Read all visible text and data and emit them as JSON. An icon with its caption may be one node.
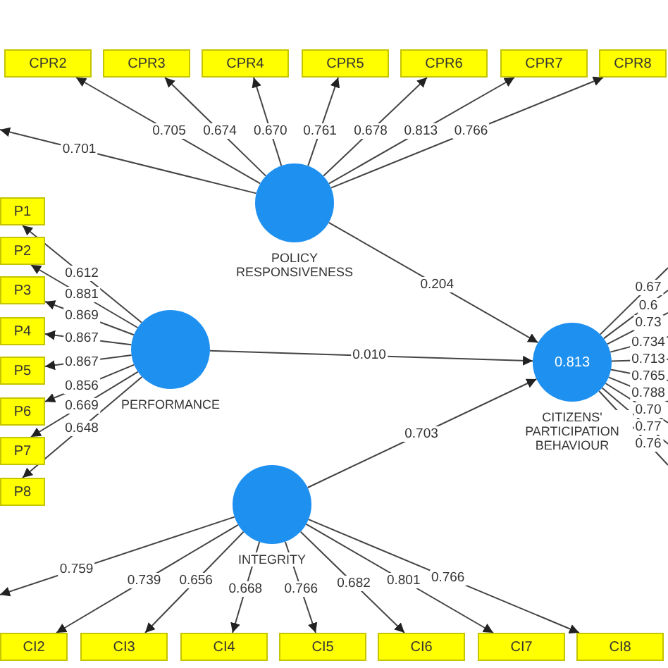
{
  "diagram": {
    "nodes": [
      {
        "text": [
          "CPR2"
        ]
      },
      {
        "text": [
          "CPR3"
        ]
      },
      {
        "text": [
          "CPR4"
        ]
      },
      {
        "text": [
          "CPR5"
        ]
      },
      {
        "text": [
          "CPR6"
        ]
      },
      {
        "text": [
          "CPR7"
        ]
      },
      {
        "text": [
          "CPR8"
        ]
      },
      {
        "text": [
          "POLICY RESPONSIVENESS"
        ]
      },
      {
        "text": [
          "P1"
        ]
      },
      {
        "text": [
          "P2"
        ]
      },
      {
        "text": [
          "P3"
        ]
      },
      {
        "text": [
          "P4"
        ]
      },
      {
        "text": [
          "P5"
        ]
      },
      {
        "text": [
          "P6"
        ]
      },
      {
        "text": [
          "P7"
        ]
      },
      {
        "text": [
          "P8"
        ]
      },
      {
        "text": [
          "PERFORMANCE"
        ]
      },
      {
        "text": [
          "0.813",
          "CITIZENS' PARTICIPATION BEHAVIOUR"
        ]
      },
      {
        "text": [
          "INTEGRITY"
        ]
      },
      {
        "text": [
          "CI2"
        ]
      },
      {
        "text": [
          "CI3"
        ]
      },
      {
        "text": [
          "CI4"
        ]
      },
      {
        "text": [
          "CI5"
        ]
      },
      {
        "text": [
          "CI6"
        ]
      },
      {
        "text": [
          "CI7"
        ]
      },
      {
        "text": [
          "CI8"
        ]
      }
    ],
    "edges": [
      {
        "from": 7,
        "to": null,
        "arrow": "to",
        "label": "0.701"
      },
      {
        "from": 7,
        "to": 0,
        "arrow": "to",
        "label": "0.705"
      },
      {
        "from": 7,
        "to": 1,
        "arrow": "to",
        "label": "0.674"
      },
      {
        "from": 7,
        "to": 2,
        "arrow": "to",
        "label": "0.670"
      },
      {
        "from": 7,
        "to": 3,
        "arrow": "to",
        "label": "0.761"
      },
      {
        "from": 7,
        "to": 4,
        "arrow": "to",
        "label": "0.678"
      },
      {
        "from": 7,
        "to": 5,
        "arrow": "to",
        "label": "0.813"
      },
      {
        "from": 7,
        "to": 6,
        "arrow": "to",
        "label": "0.766"
      },
      {
        "from": 16,
        "to": 8,
        "arrow": "to",
        "label": "0.612"
      },
      {
        "from": 16,
        "to": 9,
        "arrow": "to",
        "label": "0.881"
      },
      {
        "from": 16,
        "to": 10,
        "arrow": "to",
        "label": "0.869"
      },
      {
        "from": 16,
        "to": 11,
        "arrow": "to",
        "label": "0.867"
      },
      {
        "from": 16,
        "to": 12,
        "arrow": "to",
        "label": "0.867"
      },
      {
        "from": 16,
        "to": 13,
        "arrow": "to",
        "label": "0.856"
      },
      {
        "from": 16,
        "to": 14,
        "arrow": "to",
        "label": "0.669"
      },
      {
        "from": 16,
        "to": 15,
        "arrow": "to",
        "label": "0.648"
      },
      {
        "from": 7,
        "to": 17,
        "arrow": "to",
        "label": "0.204"
      },
      {
        "from": 16,
        "to": 17,
        "arrow": "to",
        "label": "0.010"
      },
      {
        "from": 18,
        "to": 17,
        "arrow": "to",
        "label": "0.703"
      },
      {
        "from": 17,
        "to": null,
        "arrow": "none",
        "label": "0.67"
      },
      {
        "from": 17,
        "to": null,
        "arrow": "none",
        "label": "0.6"
      },
      {
        "from": 17,
        "to": null,
        "arrow": "none",
        "label": "0.73"
      },
      {
        "from": 17,
        "to": null,
        "arrow": "none",
        "label": "0.734"
      },
      {
        "from": 17,
        "to": null,
        "arrow": "none",
        "label": "0.713"
      },
      {
        "from": 17,
        "to": null,
        "arrow": "none",
        "label": "0.765"
      },
      {
        "from": 17,
        "to": null,
        "arrow": "none",
        "label": "0.788"
      },
      {
        "from": 17,
        "to": null,
        "arrow": "none",
        "label": "0.70"
      },
      {
        "from": 17,
        "to": null,
        "arrow": "none",
        "label": "0.77"
      },
      {
        "from": 17,
        "to": null,
        "arrow": "none",
        "label": "0.76"
      },
      {
        "from": 18,
        "to": null,
        "arrow": "to",
        "label": "0.759"
      },
      {
        "from": 18,
        "to": 19,
        "arrow": "to",
        "label": "0.739"
      },
      {
        "from": 18,
        "to": 20,
        "arrow": "to",
        "label": "0.656"
      },
      {
        "from": 18,
        "to": 21,
        "arrow": "to",
        "label": "0.668"
      },
      {
        "from": 18,
        "to": 22,
        "arrow": "to",
        "label": "0.766"
      },
      {
        "from": 18,
        "to": 23,
        "arrow": "to",
        "label": "0.682"
      },
      {
        "from": 18,
        "to": 24,
        "arrow": "to",
        "label": "0.801"
      },
      {
        "from": 18,
        "to": 25,
        "arrow": "to",
        "label": "0.766"
      }
    ]
  }
}
